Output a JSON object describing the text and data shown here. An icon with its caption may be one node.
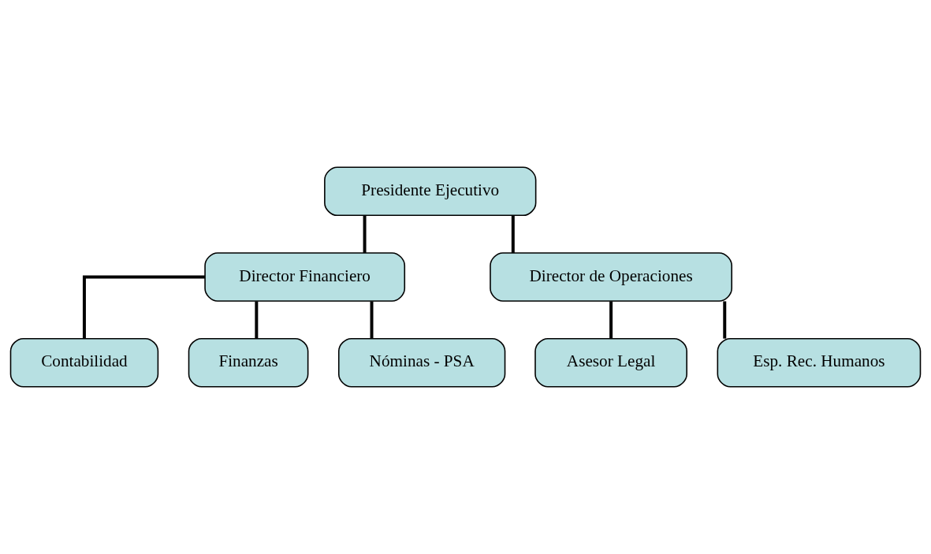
{
  "diagram": {
    "nodes": [
      {
        "text": [
          "Presidente Ejecutivo"
        ]
      },
      {
        "text": [
          "Director Financiero"
        ]
      },
      {
        "text": [
          "Director de Operaciones"
        ]
      },
      {
        "text": [
          "Contabilidad"
        ]
      },
      {
        "text": [
          "Finanzas"
        ]
      },
      {
        "text": [
          "Nóminas - PSA"
        ]
      },
      {
        "text": [
          "Asesor Legal"
        ]
      },
      {
        "text": [
          "Esp. Rec. Humanos"
        ]
      }
    ],
    "edges": [
      {
        "from": 0,
        "to": 1,
        "arrow": "none"
      },
      {
        "from": 0,
        "to": 2,
        "arrow": "none"
      },
      {
        "from": 1,
        "to": 3,
        "arrow": "none"
      },
      {
        "from": 1,
        "to": 4,
        "arrow": "none"
      },
      {
        "from": 1,
        "to": 5,
        "arrow": "none"
      },
      {
        "from": 2,
        "to": 6,
        "arrow": "none"
      },
      {
        "from": 2,
        "to": 7,
        "arrow": "none"
      }
    ]
  }
}
